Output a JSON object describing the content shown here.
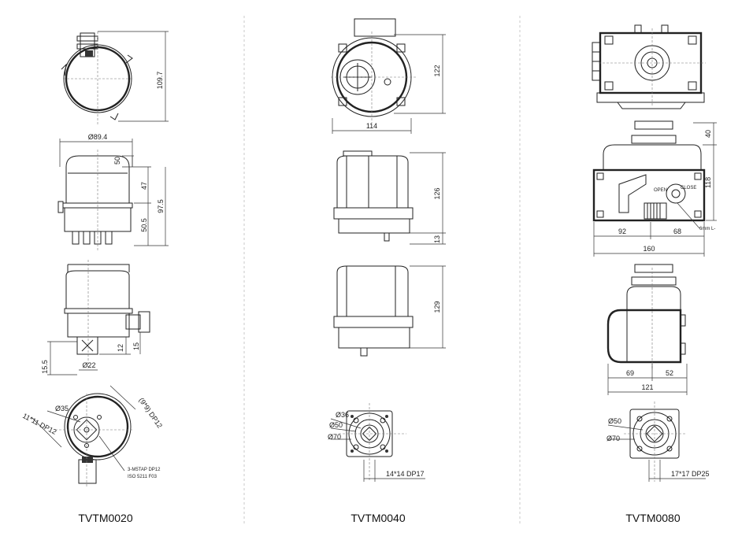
{
  "models": [
    {
      "name": "TVTM0020"
    },
    {
      "name": "TVTM0040"
    },
    {
      "name": "TVTM0080"
    }
  ],
  "tvtm0020": {
    "dims": {
      "height_top": "109.7",
      "diameter": "Ø89.4",
      "d50": "50",
      "d47": "47",
      "d97_5": "97.5",
      "d50_5": "50.5",
      "d12": "12",
      "d15": "15",
      "d15_5": "15.5",
      "d22": "Ø22",
      "d35": "Ø35",
      "dp_square": "11*11 DP12",
      "dp_conduit": "(9*9) DP12",
      "tap": "3-M5TAP DP12",
      "iso": "ISO 5211 F03"
    }
  },
  "tvtm0040": {
    "dims": {
      "d122": "122",
      "d114": "114",
      "d126": "126",
      "d13": "13",
      "d129": "129",
      "d36": "Ø36",
      "d50": "Ø50",
      "d70": "Ø70",
      "dp": "14*14 DP17"
    }
  },
  "tvtm0080": {
    "dims": {
      "d40": "40",
      "d118": "118",
      "d92": "92",
      "d68": "68",
      "d160": "160",
      "d69": "69",
      "d52": "52",
      "d121": "121",
      "d50": "Ø50",
      "d70": "Ø70",
      "dp": "17*17 DP25",
      "open": "OPEN",
      "close": "CLOSE",
      "spanner": "6mm L-"
    }
  }
}
